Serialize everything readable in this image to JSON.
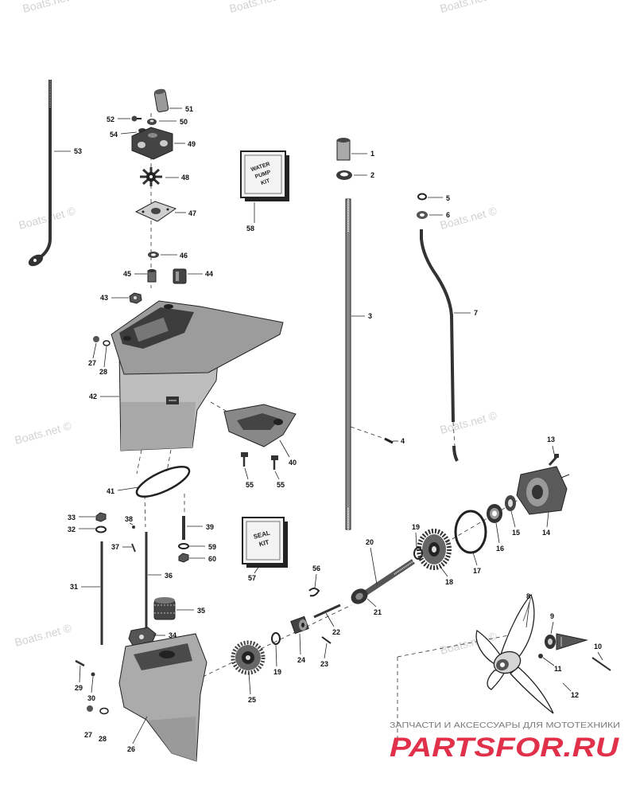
{
  "diagram": {
    "callouts": [
      "51",
      "52",
      "50",
      "54",
      "49",
      "53",
      "48",
      "58",
      "47",
      "46",
      "45",
      "44",
      "43",
      "27",
      "28",
      "42",
      "1",
      "2",
      "5",
      "6",
      "3",
      "7",
      "4",
      "40",
      "55",
      "55",
      "41",
      "13",
      "14",
      "15",
      "16",
      "17",
      "18",
      "19",
      "20",
      "21",
      "22",
      "23",
      "24",
      "19",
      "25",
      "26",
      "27",
      "28",
      "29",
      "30",
      "31",
      "32",
      "33",
      "34",
      "35",
      "36",
      "37",
      "38",
      "39",
      "59",
      "60",
      "56",
      "57",
      "8",
      "9",
      "10",
      "11",
      "12"
    ],
    "water_pump_kit": {
      "line1": "WATER",
      "line2": "PUMP",
      "line3": "KIT"
    },
    "seal_kit": {
      "line1": "SEAL",
      "line2": "KIT"
    }
  },
  "watermarks": [
    "Boats.net",
    "Boats.net",
    "Boats.net",
    "Boats.net ©",
    "Boats.net ©",
    "Boats.net ©",
    "Boats.net ©",
    "Boats.net ©",
    "Boats.net ©"
  ],
  "footer": {
    "tagline": "ЗАПЧАСТИ И АКСЕССУАРЫ ДЛЯ МОТОТЕХНИКИ",
    "logo": "PARTSFOR.RU"
  },
  "colors": {
    "logo": "#e0304a",
    "watermark": "#d2d2d2",
    "ink": "#222222"
  }
}
